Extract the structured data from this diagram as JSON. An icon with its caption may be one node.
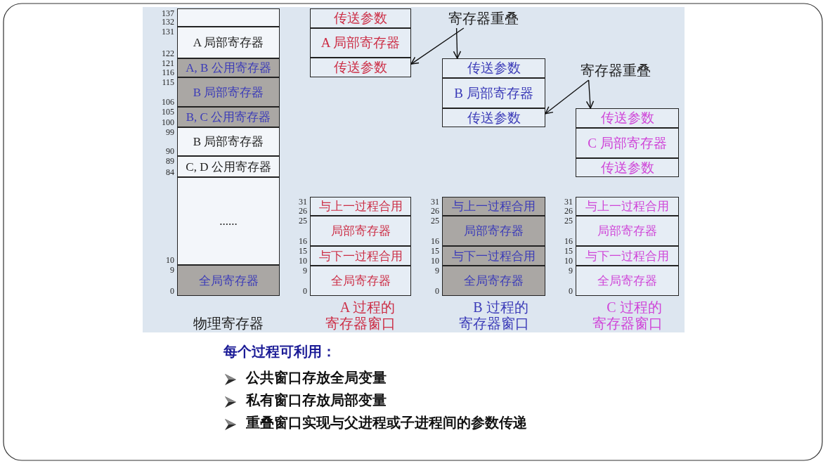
{
  "diagram": {
    "nodes": [
      {
        "text": [
          "物理寄存器"
        ]
      },
      {
        "text": [],
        "shape": "box",
        "in": 0,
        "beside": [
          "137",
          "132"
        ]
      },
      {
        "text": [
          "A 局部寄存器"
        ],
        "in": 0,
        "beside": [
          "131",
          "122"
        ]
      },
      {
        "text": [
          "A, B 公用寄存器"
        ],
        "in": 0,
        "beside": [
          "121",
          "116"
        ]
      },
      {
        "text": [
          "B 局部寄存器"
        ],
        "in": 0,
        "beside": [
          "115",
          "106"
        ]
      },
      {
        "text": [
          "B, C 公用寄存器"
        ],
        "in": 0,
        "beside": [
          "105",
          "100"
        ]
      },
      {
        "text": [
          "B 局部寄存器"
        ],
        "in": 0,
        "beside": [
          "99",
          "90"
        ]
      },
      {
        "text": [
          "C, D 公用寄存器"
        ],
        "in": 0,
        "beside": [
          "89",
          "84"
        ]
      },
      {
        "text": [
          "......"
        ],
        "in": 0,
        "beside": [
          "10"
        ]
      },
      {
        "text": [
          "全局寄存器"
        ],
        "in": 0,
        "beside": [
          "9",
          "0"
        ]
      },
      {
        "text": [
          "传送参数"
        ]
      },
      {
        "text": [
          "A 局部寄存器"
        ]
      },
      {
        "text": [
          "传送参数"
        ]
      },
      {
        "text": [
          "寄存器重叠"
        ]
      },
      {
        "text": [
          "传送参数"
        ]
      },
      {
        "text": [
          "B 局部寄存器"
        ]
      },
      {
        "text": [
          "传送参数"
        ]
      },
      {
        "text": [
          "寄存器重叠"
        ]
      },
      {
        "text": [
          "传送参数"
        ]
      },
      {
        "text": [
          "C 局部寄存器"
        ]
      },
      {
        "text": [
          "传送参数"
        ]
      },
      {
        "text": [
          "A 过程的寄存器窗口"
        ]
      },
      {
        "text": [
          "与上一过程合用"
        ],
        "in": 21,
        "beside": [
          "31",
          "26"
        ]
      },
      {
        "text": [
          "局部寄存器"
        ],
        "in": 21,
        "beside": [
          "25",
          "16"
        ]
      },
      {
        "text": [
          "与下一过程合用"
        ],
        "in": 21,
        "beside": [
          "15",
          "10"
        ]
      },
      {
        "text": [
          "全局寄存器"
        ],
        "in": 21,
        "beside": [
          "9",
          "0"
        ]
      },
      {
        "text": [
          "B 过程的寄存器窗口"
        ]
      },
      {
        "text": [
          "与上一过程合用"
        ],
        "in": 26,
        "beside": [
          "31",
          "26"
        ]
      },
      {
        "text": [
          "局部寄存器"
        ],
        "in": 26,
        "beside": [
          "25",
          "16"
        ]
      },
      {
        "text": [
          "与下一过程合用"
        ],
        "in": 26,
        "beside": [
          "15",
          "10"
        ]
      },
      {
        "text": [
          "全局寄存器"
        ],
        "in": 26,
        "beside": [
          "9",
          "0"
        ]
      },
      {
        "text": [
          "C 过程的寄存器窗口"
        ]
      },
      {
        "text": [
          "与上一过程合用"
        ],
        "in": 31,
        "beside": [
          "31",
          "26"
        ]
      },
      {
        "text": [
          "局部寄存器"
        ],
        "in": 31,
        "beside": [
          "25",
          "16"
        ]
      },
      {
        "text": [
          "与下一过程合用"
        ],
        "in": 31,
        "beside": [
          "15",
          "10"
        ]
      },
      {
        "text": [
          "全局寄存器"
        ],
        "in": 31,
        "beside": [
          "9",
          "0"
        ]
      }
    ],
    "edges": [
      {
        "from": 13,
        "to": 12,
        "arrow": "to"
      },
      {
        "from": 13,
        "to": 14,
        "arrow": "to"
      },
      {
        "from": 17,
        "to": 16,
        "arrow": "to"
      },
      {
        "from": 17,
        "to": 18,
        "arrow": "to"
      }
    ],
    "labels": [
      "每个过程可利用：",
      "**公共**窗口存放全局变量",
      "**私有**窗口存放局部变量",
      "**重叠**窗口实现与父进程或子进程间的参数传递"
    ]
  }
}
